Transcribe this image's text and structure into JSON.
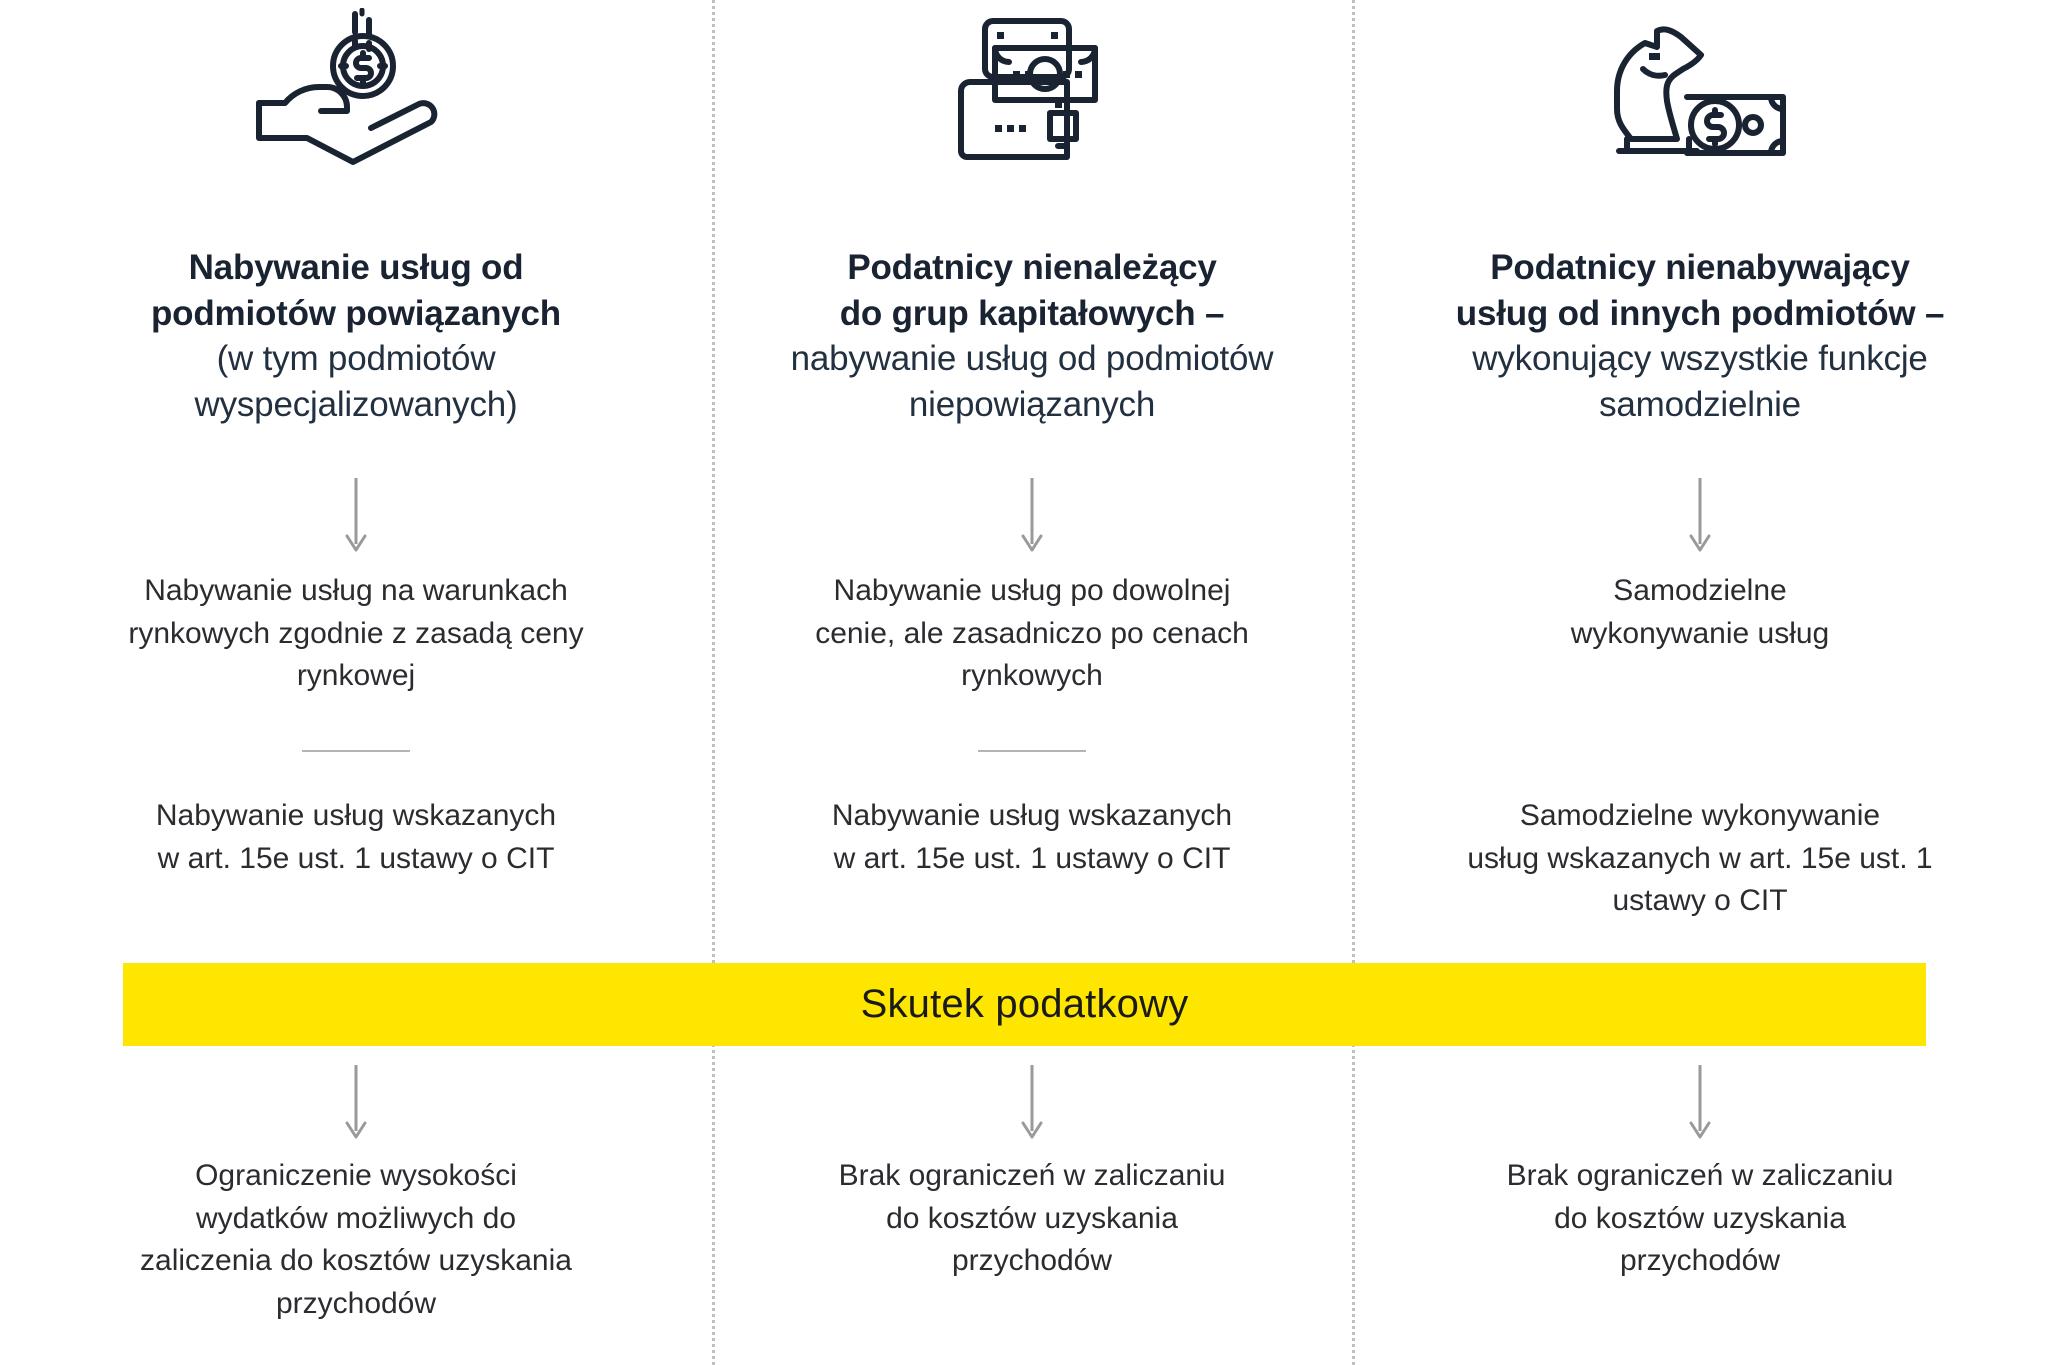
{
  "meta": {
    "banner_label": "Skutek podatkowy",
    "banner_color": "#ffe600",
    "text_color": "#1a2332",
    "divider_color": "#bfbfbf",
    "rule_color": "#b3b3b3"
  },
  "columns": [
    {
      "icon": "hand-with-coin-icon",
      "heading_strong_lines": [
        "Nabywanie usług od",
        "podmiotów powiązanych"
      ],
      "heading_light_lines": [
        "(w tym podmiotów",
        "wyspecjalizowanych)"
      ],
      "middle_text_lines": [
        "Nabywanie usług na warunkach",
        "rynkowych zgodnie z zasadą ceny",
        "rynkowej"
      ],
      "detail_text_lines": [
        "Nabywanie usług wskazanych",
        "w art. 15e ust. 1 ustawy o CIT"
      ],
      "outcome_text_lines": [
        "Ograniczenie wysokości",
        "wydatków możliwych do",
        "zaliczenia do kosztów uzyskania",
        "przychodów"
      ]
    },
    {
      "icon": "wallet-with-banknote-icon",
      "heading_strong_lines": [
        "Podatnicy nienależący",
        "do grup kapitałowych –"
      ],
      "heading_light_lines": [
        "nabywanie usług od podmiotów",
        "niepowiązanych"
      ],
      "middle_text_lines": [
        "Nabywanie usług po dowolnej",
        "cenie, ale zasadniczo po cenach",
        "rynkowych"
      ],
      "detail_text_lines": [
        "Nabywanie usług wskazanych",
        "w art. 15e ust. 1 ustawy o CIT"
      ],
      "outcome_text_lines": [
        "Brak ograniczeń w zaliczaniu",
        "do kosztów uzyskania",
        "przychodów"
      ]
    },
    {
      "icon": "knight-chess-piece-with-banknote-icon",
      "heading_strong_lines": [
        "Podatnicy nienabywający",
        "usług od innych podmiotów –"
      ],
      "heading_light_lines": [
        "wykonujący wszystkie funkcje",
        "samodzielnie"
      ],
      "middle_text_lines": [
        "Samodzielne",
        "wykonywanie usług"
      ],
      "detail_text_lines": [
        "Samodzielne wykonywanie",
        "usług wskazanych w art. 15e ust. 1",
        "ustawy o CIT"
      ],
      "outcome_text_lines": [
        "Brak ograniczeń w zaliczaniu",
        "do kosztów uzyskania",
        "przychodów"
      ]
    }
  ]
}
